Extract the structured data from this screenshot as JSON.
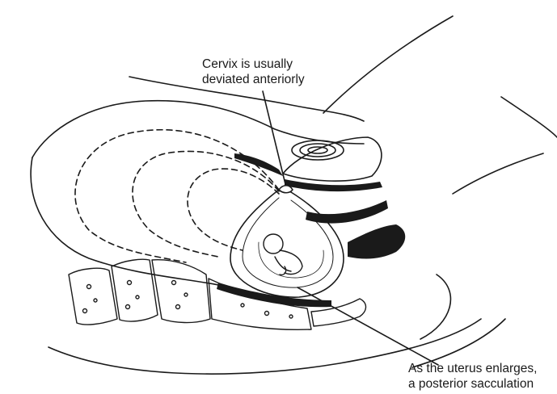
{
  "annotations": {
    "cervix": {
      "line1": "Cervix is usually",
      "line2": "deviated anteriorly"
    },
    "uterus": {
      "line1": "As the uterus enlarges,",
      "line2": "a posterior sacculation"
    }
  },
  "colors": {
    "ink": "#1a1a1a",
    "background": "#ffffff"
  }
}
